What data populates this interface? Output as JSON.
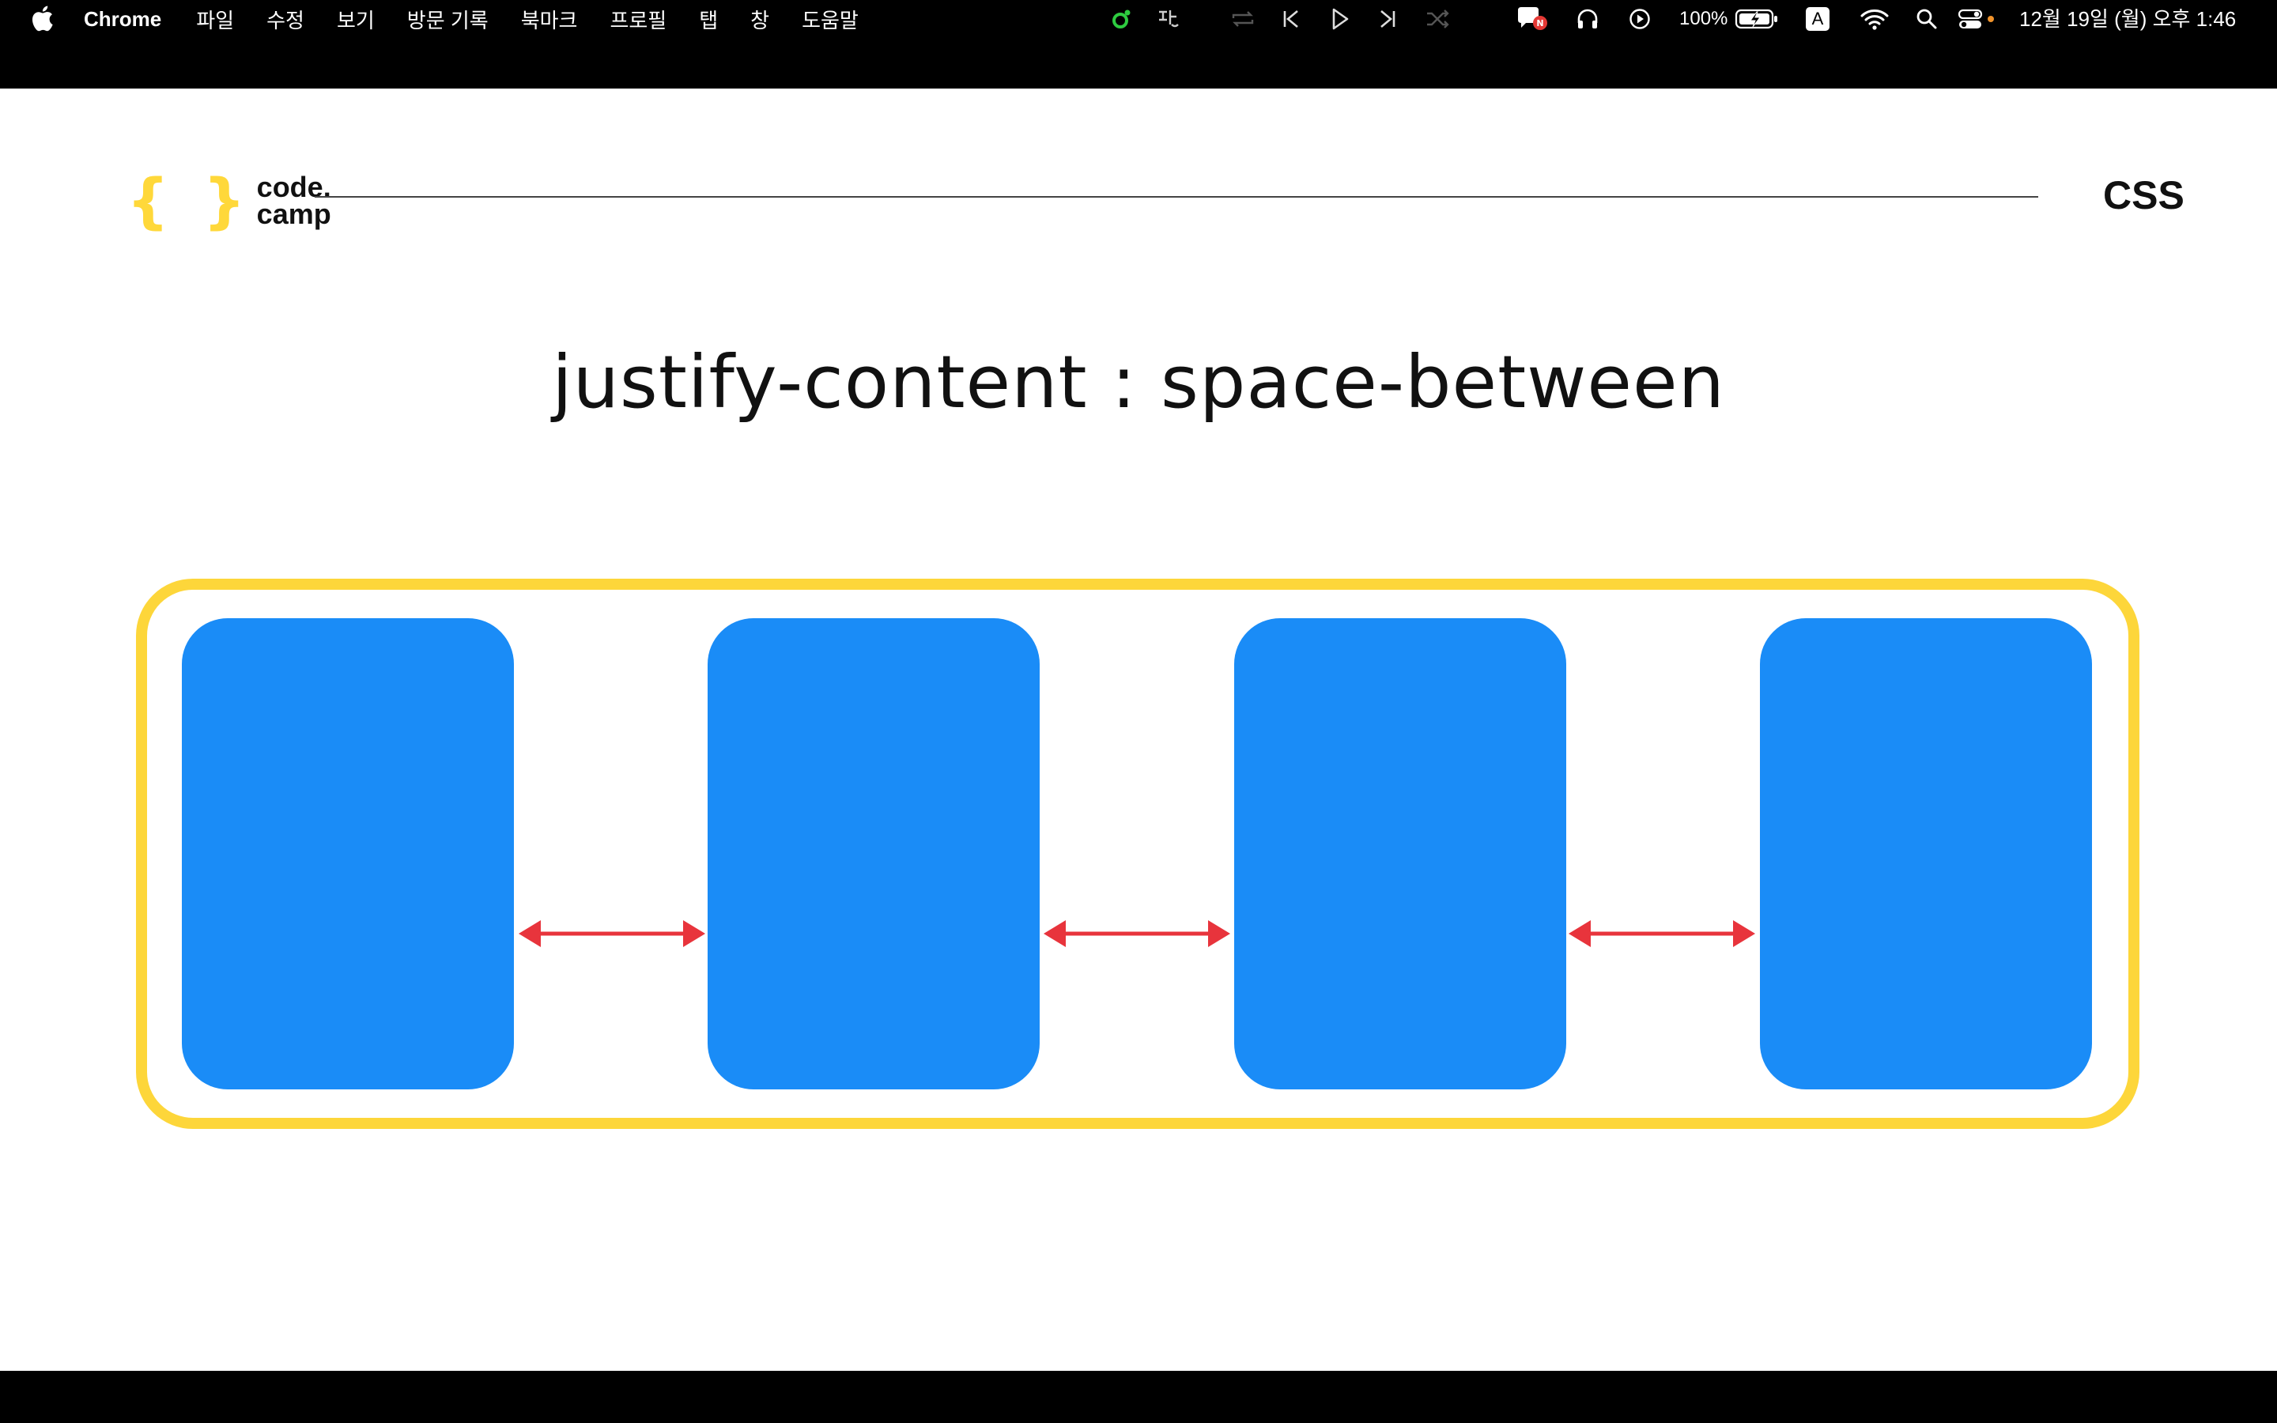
{
  "menubar": {
    "app_name": "Chrome",
    "menus": [
      "파일",
      "수정",
      "보기",
      "방문 기록",
      "북마크",
      "프로필",
      "탭",
      "창",
      "도움말"
    ],
    "battery": "100%",
    "input_source": "A",
    "datetime": "12월 19일 (월) 오후  1:46",
    "colors": {
      "bar": "#000000",
      "text": "#ffffff",
      "status_green": "#2ecc40",
      "notify_red": "#e53935",
      "dot_orange": "#f0932b"
    }
  },
  "slide": {
    "logo": {
      "brace_text": "{ }",
      "line1": "code.",
      "line2": "camp"
    },
    "topic": "CSS",
    "title": "justify-content : space-between",
    "colors": {
      "container_border": "#fdd63a",
      "item_fill": "#1a8cf7",
      "arrow": "#e8343c",
      "logo_brace": "#ffd83a"
    },
    "item_count": 4,
    "arrow_count": 3
  }
}
